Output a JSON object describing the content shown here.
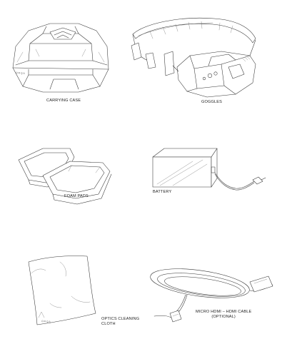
{
  "items": [
    {
      "label": "CARRYING CASE"
    },
    {
      "label": "GOGGLES"
    },
    {
      "label": "FOAM PADS"
    },
    {
      "label": "BATTERY"
    },
    {
      "label": "OPTICS CLEANING\nCLOTH"
    },
    {
      "label": "MICRO HDMI – HDMI CABLE\n(OPTIONAL)"
    }
  ]
}
